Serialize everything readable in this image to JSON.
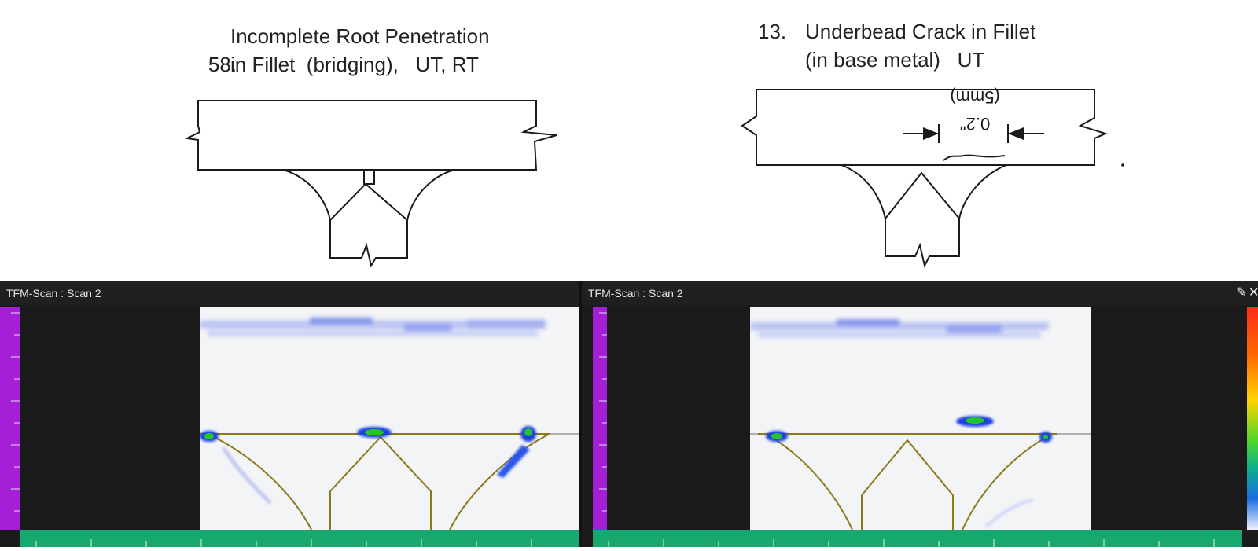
{
  "diagram_left": {
    "number": "58.",
    "title_line1": "Incomplete Root Penetration",
    "title_line2": "in Fillet  (bridging),   UT, RT"
  },
  "diagram_right": {
    "number": "13.",
    "title_line1": "Underbead Crack in Fillet",
    "title_line2": "(in base metal)   UT",
    "dim_value": "0.2\"",
    "dim_metric": "(5mm)"
  },
  "scan_left": {
    "header": "TFM-Scan : Scan 2"
  },
  "scan_right": {
    "header": "TFM-Scan : Scan 2",
    "icons": [
      "pencil-icon",
      "close-icon"
    ]
  },
  "colors": {
    "dark_bg": "#1b1b1b",
    "depth_scale": "#a41fd6",
    "index_scale": "#16a86f",
    "weld_overlay": "#8b7a1a",
    "signal_blue": "#1f3fe0",
    "signal_green": "#22c32e"
  }
}
